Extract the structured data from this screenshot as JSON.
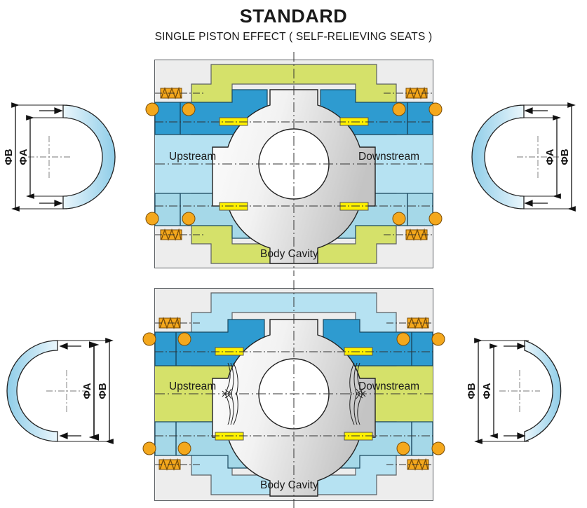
{
  "header": {
    "title": "STANDARD",
    "subtitle": "SINGLE PISTON EFFECT ( SELF-RELIEVING SEATS )"
  },
  "diagrams": [
    {
      "id": "upper-valve",
      "name": "valve-cross-section-pressurized-body-cavity",
      "labels": {
        "upstream": "Upstream",
        "downstream": "Downstream",
        "body_cavity": "Body Cavity"
      },
      "body_color": "#d5e16a",
      "flow_color": "#b6e2f2",
      "upper_seat_color": "#2e9bd0",
      "lower_seat_color": "#a5d8e8",
      "relief_arrows": false
    },
    {
      "id": "lower-valve",
      "name": "valve-cross-section-relieving",
      "labels": {
        "upstream": "Upstream",
        "downstream": "Downstream",
        "body_cavity": "Body Cavity"
      },
      "body_color": "#b6e2f2",
      "flow_color": "#d5e16a",
      "upper_seat_color": "#2e9bd0",
      "lower_seat_color": "#a5d8e8",
      "relief_arrows": true
    }
  ],
  "seal_rings": [
    {
      "id": "seal-top-left",
      "name": "seal-ring-top-left",
      "opening": "left",
      "dimension_side": "left",
      "arrow_direction": "right",
      "outer_label": "ΦB",
      "inner_label": "ΦA"
    },
    {
      "id": "seal-top-right",
      "name": "seal-ring-top-right",
      "opening": "right",
      "dimension_side": "right",
      "arrow_direction": "left",
      "outer_label": "ΦB",
      "inner_label": "ΦA"
    },
    {
      "id": "seal-bottom-left",
      "name": "seal-ring-bottom-left",
      "opening": "right",
      "dimension_side": "right",
      "arrow_direction": "left",
      "outer_label": "ΦB",
      "inner_label": "ΦA"
    },
    {
      "id": "seal-bottom-right",
      "name": "seal-ring-bottom-right",
      "opening": "left",
      "dimension_side": "left",
      "arrow_direction": "right",
      "outer_label": "ΦB",
      "inner_label": "ΦA"
    }
  ],
  "palette": {
    "panel_background": "#ededed",
    "panel_border": "#5b5f63",
    "ball_light": "#fbfbfb",
    "ball_dark": "#c6c6c6",
    "ball_outline": "#222222",
    "oring_orange": "#f4a81d",
    "spring_orange": "#f4a81d",
    "seat_insert_yellow": "#fff000",
    "seal_fill_light": "#eaf6fc",
    "seal_fill_blue": "#9fd4ec",
    "centerline": "#333333",
    "text": "#1a1a1a"
  }
}
